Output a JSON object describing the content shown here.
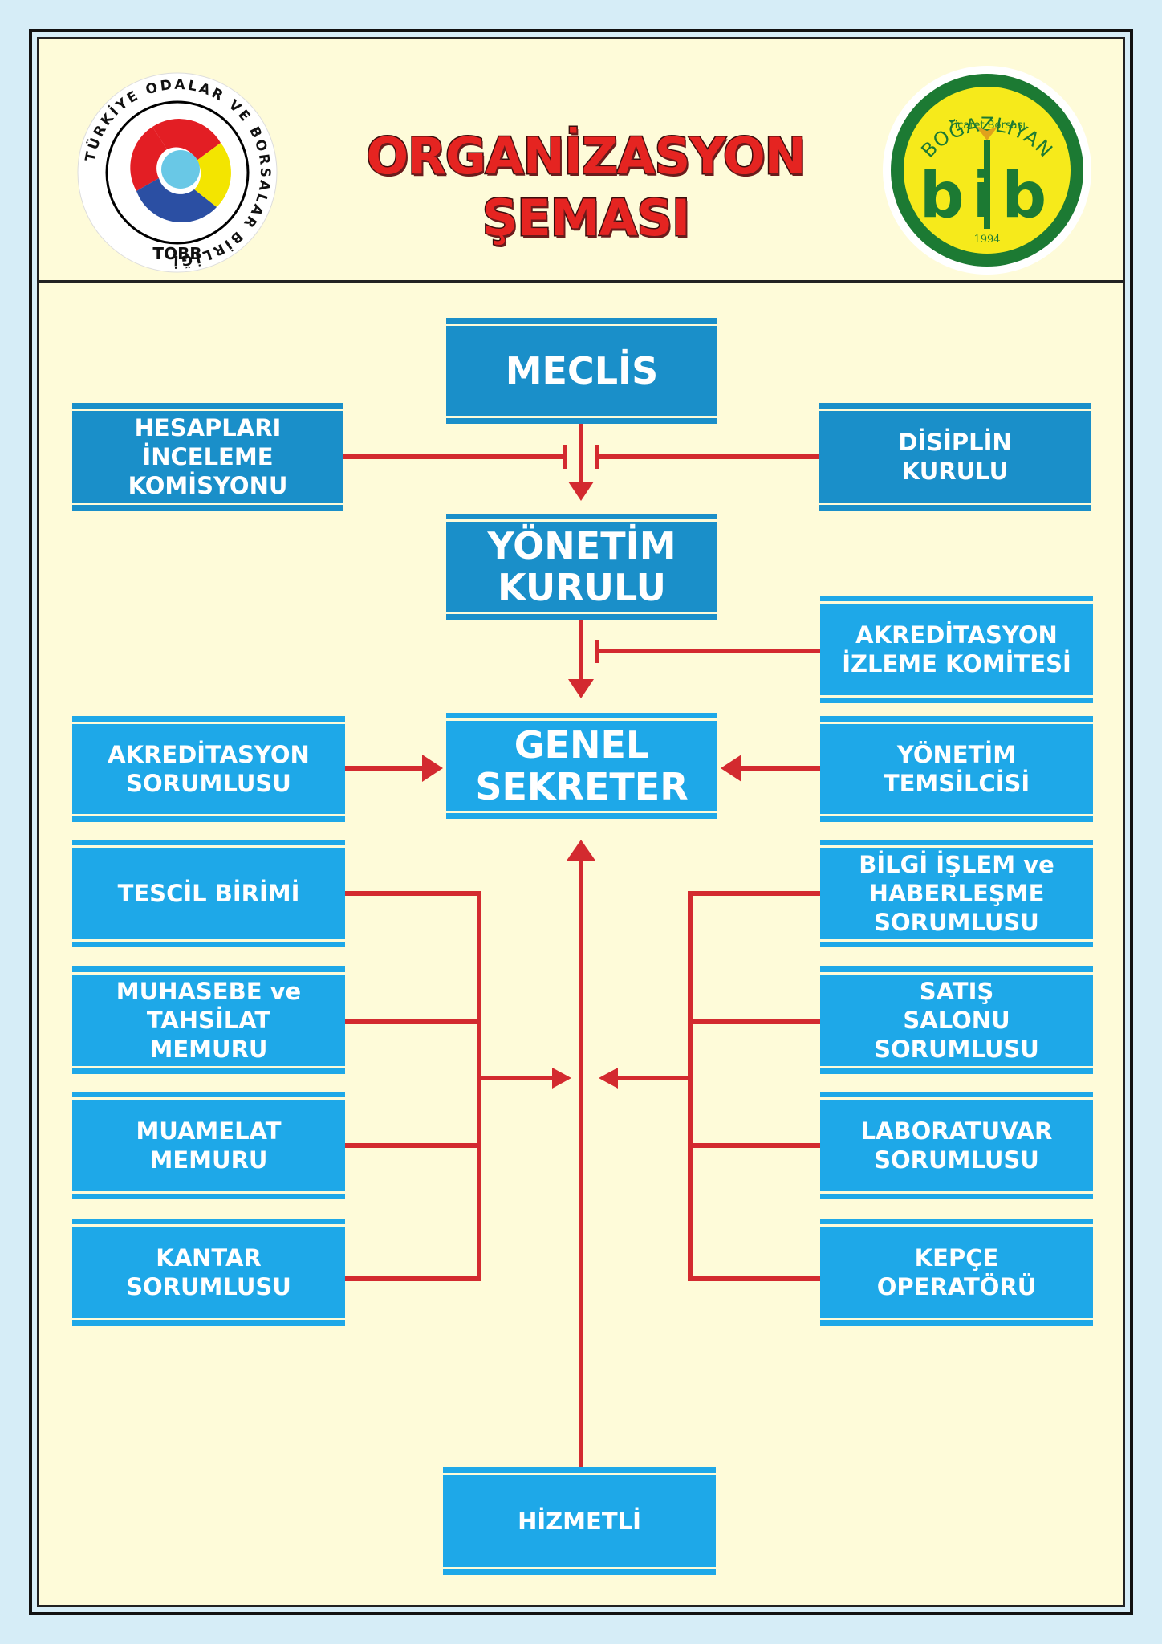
{
  "header": {
    "title_line1": "ORGANİZASYON",
    "title_line2": "ŞEMASI",
    "left_logo": {
      "ring_text": "TÜRKİYE ODALAR VE BORSALAR BİRLİĞİ",
      "bottom_text": "TOBB"
    },
    "right_logo": {
      "arc_text": "BOĞAZLIYAN",
      "subtitle": "Ticaret Borsası",
      "monogram": "bib",
      "year": "1994"
    }
  },
  "colors": {
    "page_background": "#fefbd9",
    "outer_background": "#d6edf7",
    "box_blue": "#1ea8e8",
    "box_blue_dark": "#1a8fc9",
    "connector_red": "#d32a2f",
    "title_red": "#e52421"
  },
  "chart": {
    "top_chain": {
      "meclis": "MECLİS",
      "yonetim_kurulu": "YÖNETİM\nKURULU",
      "genel_sekreter": "GENEL\nSEKRETER"
    },
    "side_top": {
      "hesaplari_inceleme": "HESAPLARI\nİNCELEME\nKOMİSYONU",
      "disiplin_kurulu": "DİSİPLİN\nKURULU",
      "akreditasyon_izleme": "AKREDİTASYON\nİZLEME KOMİTESİ",
      "akreditasyon_sorumlusu": "AKREDİTASYON\nSORUMLUSU",
      "yonetim_temsilcisi": "YÖNETİM\nTEMSİLCİSİ"
    },
    "left_units": [
      "TESCİL BİRİMİ",
      "MUHASEBE ve\nTAHSİLAT\nMEMURU",
      "MUAMELAT\nMEMURU",
      "KANTAR\nSORUMLUSU"
    ],
    "right_units": [
      "BİLGİ İŞLEM ve\nHABERLEŞME\nSORUMLUSU",
      "SATIŞ\nSALONU\nSORUMLUSU",
      "LABORATUVAR\nSORUMLUSU",
      "KEPÇE\nOPERATÖRÜ"
    ],
    "bottom": {
      "hizmetli": "HİZMETLİ"
    }
  }
}
